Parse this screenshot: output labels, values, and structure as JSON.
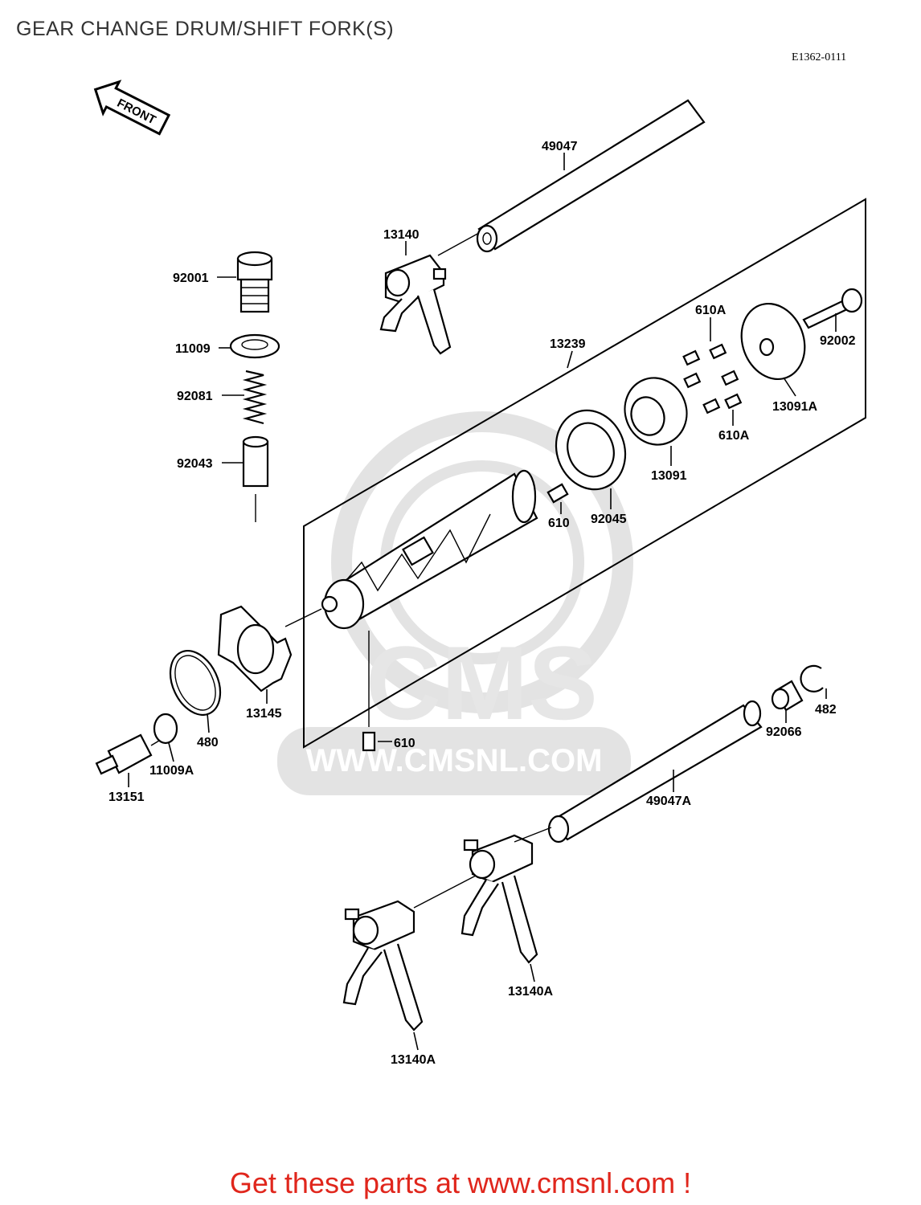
{
  "title": "GEAR CHANGE DRUM/SHIFT FORK(S)",
  "diagram_code": "E1362-0111",
  "front_arrow_label": "FRONT",
  "watermark": {
    "brand": "CMS",
    "url": "WWW.CMSNL.COM"
  },
  "footer": "Get these parts at www.cmsnl.com !",
  "part_labels": {
    "p49047": "49047",
    "p13140": "13140",
    "p92001": "92001",
    "p11009": "11009",
    "p92081": "92081",
    "p92043": "92043",
    "p13239": "13239",
    "p610A_top": "610A",
    "p92002": "92002",
    "p13091A": "13091A",
    "p610A_bottom": "610A",
    "p13091": "13091",
    "p610_drum": "610",
    "p92045": "92045",
    "p13145": "13145",
    "p480": "480",
    "p11009A": "11009A",
    "p13151": "13151",
    "p610_bottom": "610",
    "p482": "482",
    "p92066": "92066",
    "p49047A": "49047A",
    "p13140A_right": "13140A",
    "p13140A_left": "13140A"
  }
}
